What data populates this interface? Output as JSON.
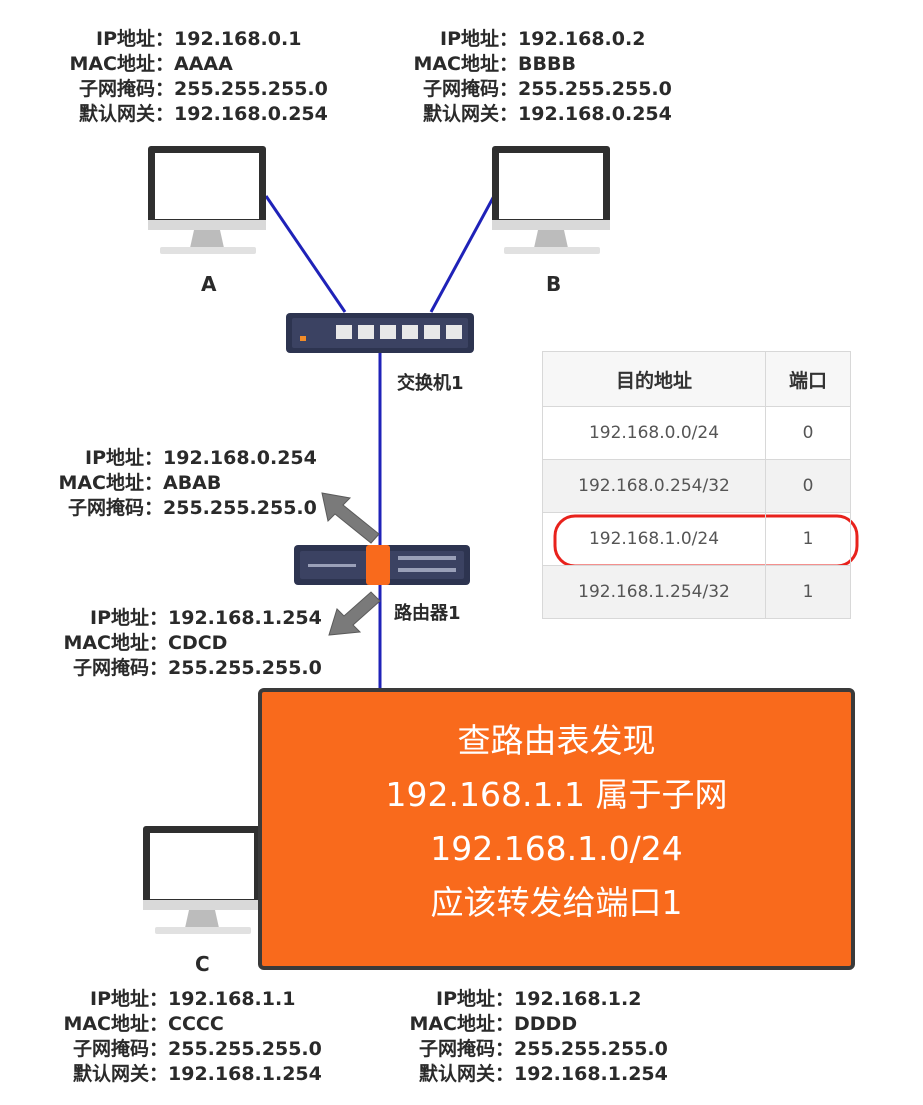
{
  "colors": {
    "link": "#1f22b8",
    "callout": "#f96a1c",
    "highlight": "#e8221c",
    "arrow": "#7a7a7a"
  },
  "host_a": {
    "ip_label": "IP地址：",
    "ip": "192.168.0.1",
    "mac_label": "MAC地址：",
    "mac": "AAAA",
    "mask_label": "子网掩码：",
    "mask": "255.255.255.0",
    "gw_label": "默认网关：",
    "gw": "192.168.0.254",
    "name": "A"
  },
  "host_b": {
    "ip_label": "IP地址：",
    "ip": "192.168.0.2",
    "mac_label": "MAC地址：",
    "mac": "BBBB",
    "mask_label": "子网掩码：",
    "mask": "255.255.255.0",
    "gw_label": "默认网关：",
    "gw": "192.168.0.254",
    "name": "B"
  },
  "switch": {
    "name": "交换机1"
  },
  "router": {
    "name": "路由器1",
    "port0": {
      "ip_label": "IP地址：",
      "ip": "192.168.0.254",
      "mac_label": "MAC地址：",
      "mac": "ABAB",
      "mask_label": "子网掩码：",
      "mask": "255.255.255.0"
    },
    "port1": {
      "ip_label": "IP地址：",
      "ip": "192.168.1.254",
      "mac_label": "MAC地址：",
      "mac": "CDCD",
      "mask_label": "子网掩码：",
      "mask": "255.255.255.0"
    }
  },
  "routing_table": {
    "headers": [
      "目的地址",
      "端口"
    ],
    "rows": [
      {
        "dest": "192.168.0.0/24",
        "port": "0"
      },
      {
        "dest": "192.168.0.254/32",
        "port": "0"
      },
      {
        "dest": "192.168.1.0/24",
        "port": "1"
      },
      {
        "dest": "192.168.1.254/32",
        "port": "1"
      }
    ],
    "highlighted_row": 2
  },
  "callout": {
    "lines": [
      "查路由表发现",
      "192.168.1.1 属于子网",
      "192.168.1.0/24",
      "应该转发给端口1"
    ]
  },
  "host_c": {
    "ip_label": "IP地址：",
    "ip": "192.168.1.1",
    "mac_label": "MAC地址：",
    "mac": "CCCC",
    "mask_label": "子网掩码：",
    "mask": "255.255.255.0",
    "gw_label": "默认网关：",
    "gw": "192.168.1.254",
    "name": "C"
  },
  "host_d": {
    "ip_label": "IP地址：",
    "ip": "192.168.1.2",
    "mac_label": "MAC地址：",
    "mac": "DDDD",
    "mask_label": "子网掩码：",
    "mask": "255.255.255.0",
    "gw_label": "默认网关：",
    "gw": "192.168.1.254"
  }
}
